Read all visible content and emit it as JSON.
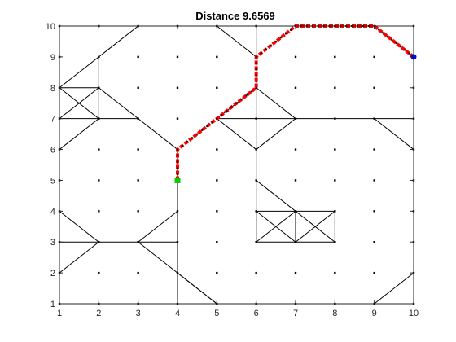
{
  "chart_data": {
    "type": "line",
    "title": "Distance 9.6569",
    "xlim": [
      1,
      10
    ],
    "ylim": [
      1,
      10
    ],
    "x_ticks": [
      "1",
      "2",
      "3",
      "4",
      "5",
      "6",
      "7",
      "8",
      "9",
      "10"
    ],
    "y_ticks": [
      "1",
      "2",
      "3",
      "4",
      "5",
      "6",
      "7",
      "8",
      "9",
      "10"
    ],
    "grid": false,
    "colors": {
      "edges": "#000000",
      "nodes": "#000000",
      "path": "#ff0000",
      "path_nodes": "#000000",
      "start": "#00cc00",
      "goal": "#0000ff"
    },
    "graph_nodes": "all integer points (x, y) with x in 1..10 and y in 1..10",
    "graph_edges": [
      [
        [
          1,
          8
        ],
        [
          2,
          8
        ]
      ],
      [
        [
          1,
          8
        ],
        [
          2,
          7
        ]
      ],
      [
        [
          1,
          8
        ],
        [
          2,
          9
        ]
      ],
      [
        [
          1,
          8
        ],
        [
          1,
          7
        ]
      ],
      [
        [
          2,
          9
        ],
        [
          2,
          8
        ]
      ],
      [
        [
          2,
          8
        ],
        [
          2,
          7
        ]
      ],
      [
        [
          2,
          8
        ],
        [
          1,
          7
        ]
      ],
      [
        [
          2,
          8
        ],
        [
          3,
          7
        ]
      ],
      [
        [
          1,
          7
        ],
        [
          3,
          7
        ]
      ],
      [
        [
          1,
          6
        ],
        [
          2,
          7
        ]
      ],
      [
        [
          2,
          9
        ],
        [
          3,
          10
        ]
      ],
      [
        [
          3,
          10
        ],
        [
          5,
          10
        ]
      ],
      [
        [
          5,
          10
        ],
        [
          6,
          9
        ]
      ],
      [
        [
          6,
          10
        ],
        [
          6,
          9
        ]
      ],
      [
        [
          6,
          9
        ],
        [
          6,
          8
        ]
      ],
      [
        [
          6,
          8
        ],
        [
          6,
          6
        ]
      ],
      [
        [
          6,
          8
        ],
        [
          7,
          7
        ]
      ],
      [
        [
          5,
          7
        ],
        [
          6,
          8
        ]
      ],
      [
        [
          5,
          7
        ],
        [
          7,
          7
        ]
      ],
      [
        [
          5,
          7
        ],
        [
          6,
          6
        ]
      ],
      [
        [
          6,
          6
        ],
        [
          7,
          7
        ]
      ],
      [
        [
          6,
          10
        ],
        [
          7,
          10
        ]
      ],
      [
        [
          7,
          10
        ],
        [
          9,
          10
        ]
      ],
      [
        [
          9,
          10
        ],
        [
          10,
          9
        ]
      ],
      [
        [
          7,
          7
        ],
        [
          9,
          7
        ]
      ],
      [
        [
          9,
          7
        ],
        [
          10,
          7
        ]
      ],
      [
        [
          9,
          7
        ],
        [
          10,
          6
        ]
      ],
      [
        [
          10,
          7
        ],
        [
          10,
          2
        ]
      ],
      [
        [
          10,
          2
        ],
        [
          9,
          1
        ]
      ],
      [
        [
          3,
          7
        ],
        [
          4,
          6
        ]
      ],
      [
        [
          4,
          6
        ],
        [
          4,
          1
        ]
      ],
      [
        [
          6,
          6
        ],
        [
          6,
          3
        ]
      ],
      [
        [
          6,
          5
        ],
        [
          7,
          4
        ]
      ],
      [
        [
          6,
          4
        ],
        [
          8,
          4
        ]
      ],
      [
        [
          6,
          3
        ],
        [
          8,
          3
        ]
      ],
      [
        [
          6,
          4
        ],
        [
          6,
          3
        ]
      ],
      [
        [
          7,
          4
        ],
        [
          7,
          3
        ]
      ],
      [
        [
          8,
          4
        ],
        [
          8,
          3
        ]
      ],
      [
        [
          6,
          4
        ],
        [
          7,
          3
        ]
      ],
      [
        [
          6,
          3
        ],
        [
          7,
          4
        ]
      ],
      [
        [
          7,
          4
        ],
        [
          8,
          3
        ]
      ],
      [
        [
          7,
          3
        ],
        [
          8,
          4
        ]
      ],
      [
        [
          1,
          4
        ],
        [
          2,
          3
        ]
      ],
      [
        [
          1,
          3
        ],
        [
          2,
          3
        ]
      ],
      [
        [
          2,
          3
        ],
        [
          3,
          3
        ]
      ],
      [
        [
          1,
          2
        ],
        [
          2,
          3
        ]
      ],
      [
        [
          3,
          3
        ],
        [
          4,
          4
        ]
      ],
      [
        [
          3,
          3
        ],
        [
          4,
          3
        ]
      ],
      [
        [
          3,
          3
        ],
        [
          5,
          1
        ]
      ],
      [
        [
          4,
          2
        ],
        [
          5,
          1
        ]
      ],
      [
        [
          1,
          1
        ],
        [
          10,
          1
        ]
      ]
    ],
    "series": [
      {
        "x": [
          4,
          4,
          4.5,
          5,
          5.5,
          6,
          6,
          6.5,
          7,
          8,
          9,
          10
        ],
        "y": [
          5,
          6,
          6.5,
          7,
          7.5,
          8,
          9,
          9.5,
          10,
          10,
          10,
          9
        ]
      }
    ],
    "start_point": [
      4,
      5
    ],
    "goal_point": [
      10,
      9
    ]
  }
}
